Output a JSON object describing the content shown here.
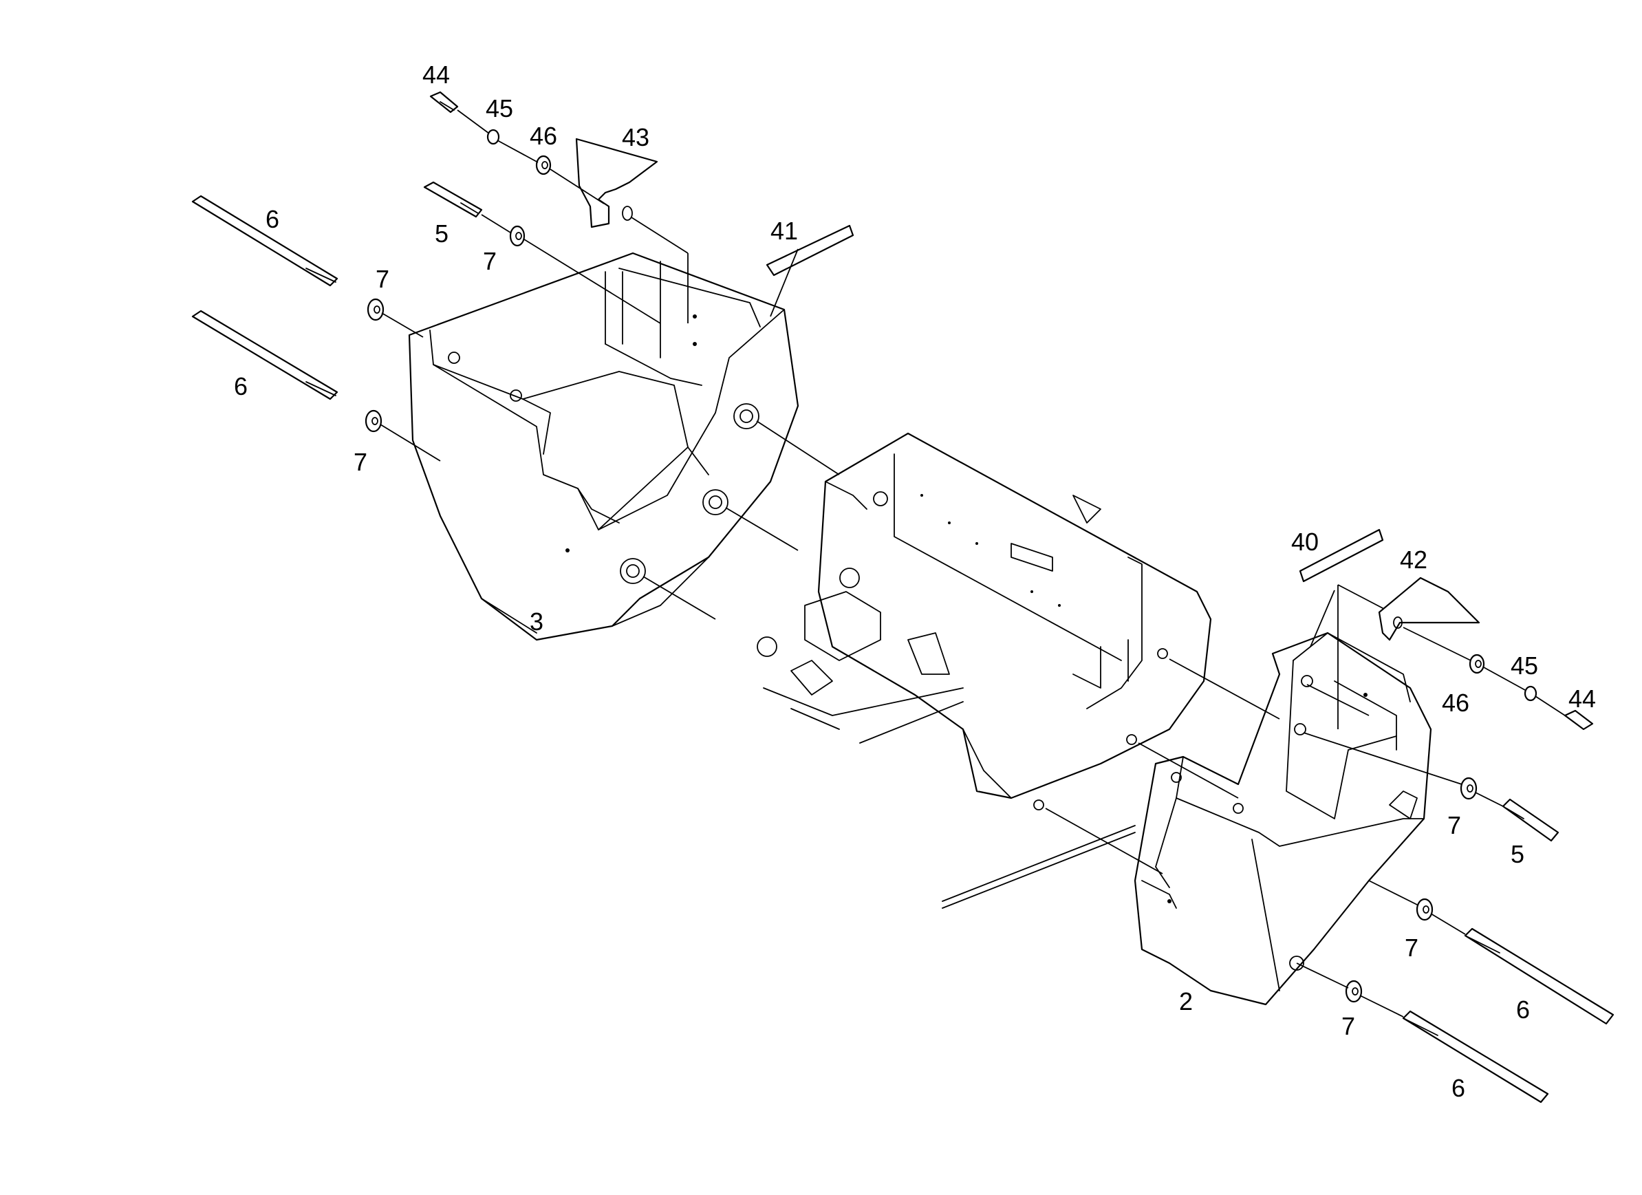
{
  "callouts": {
    "c44_top": "44",
    "c45_top": "45",
    "c46_top": "46",
    "c43": "43",
    "c6_top_a": "6",
    "c5_left": "5",
    "c7_left_a": "7",
    "c7_left_b": "7",
    "c41": "41",
    "c6_top_b": "6",
    "c7_left_c": "7",
    "c3": "3",
    "c40": "40",
    "c42": "42",
    "c45_right": "45",
    "c44_right": "44",
    "c46_right": "46",
    "c7_right_a": "7",
    "c5_right": "5",
    "c7_right_b": "7",
    "c6_right_a": "6",
    "c2": "2",
    "c7_right_c": "7",
    "c6_right_b": "6"
  }
}
